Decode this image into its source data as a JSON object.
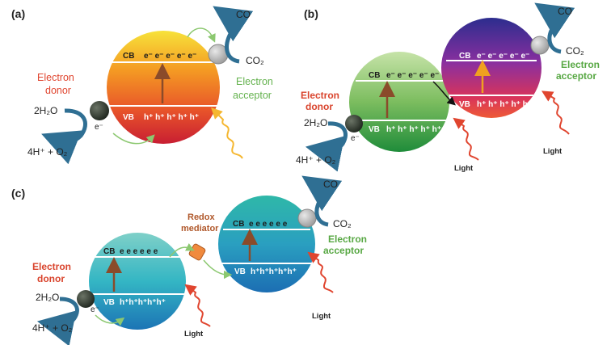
{
  "panels": {
    "a": {
      "label": "(a)",
      "cb": "CB",
      "electrons": "e⁻ e⁻ e⁻ e⁻ e⁻",
      "vb": "VB",
      "holes": "h⁺ h⁺ h⁺ h⁺ h⁺",
      "donor_line1": "Electron",
      "donor_line2": "donor",
      "acceptor_line1": "Electron",
      "acceptor_line2": "acceptor",
      "water": "2H₂O",
      "electron_small": "e⁻",
      "products": "4H⁺ + O₂",
      "co": "CO",
      "co2": "CO₂"
    },
    "b": {
      "label": "(b)",
      "cb1": "CB",
      "electrons1": "e⁻ e⁻ e⁻ e⁻ e⁻",
      "vb1": "VB",
      "holes1": "h⁺ h⁺ h⁺ h⁺ h⁺",
      "cb2": "CB",
      "electrons2": "e⁻ e⁻ e⁻ e⁻ e⁻",
      "vb2": "VB",
      "holes2": "h⁺ h⁺ h⁺ h⁺ h⁺",
      "donor_line1": "Electron",
      "donor_line2": "donor",
      "acceptor_line1": "Electron",
      "acceptor_line2": "acceptor",
      "water": "2H₂O",
      "electron_small": "e⁻",
      "products": "4H⁺ + O₂",
      "co": "CO",
      "co2": "CO₂",
      "light1": "Light",
      "light2": "Light"
    },
    "c": {
      "label": "(c)",
      "cb1": "CB",
      "electrons1": "e e e e e e",
      "vb1": "VB",
      "holes1": "h⁺h⁺h⁺h⁺h⁺",
      "cb2": "CB",
      "electrons2": "e e e e e e",
      "vb2": "VB",
      "holes2": "h⁺h⁺h⁺h⁺h⁺",
      "mediator_line1": "Redox",
      "mediator_line2": "mediator",
      "donor_line1": "Electron",
      "donor_line2": "donor",
      "acceptor_line1": "Electron",
      "acceptor_line2": "acceptor",
      "water": "2H₂O",
      "electron_small": "e⁻",
      "products": "4H⁺ + O₂",
      "co": "CO",
      "co2": "CO₂",
      "light1": "Light",
      "light2": "Light"
    }
  },
  "colors": {
    "electron_arrow": "#8a4b2a",
    "orange_arrow": "#f0a020",
    "blue_arrow": "#2f6f93",
    "green_arrow": "#8cc870",
    "light_red": "#e0452f",
    "light_yellow": "#f5b730",
    "cocatalyst_gray": "#b8b8b8",
    "donor_dark": "#333d33"
  }
}
